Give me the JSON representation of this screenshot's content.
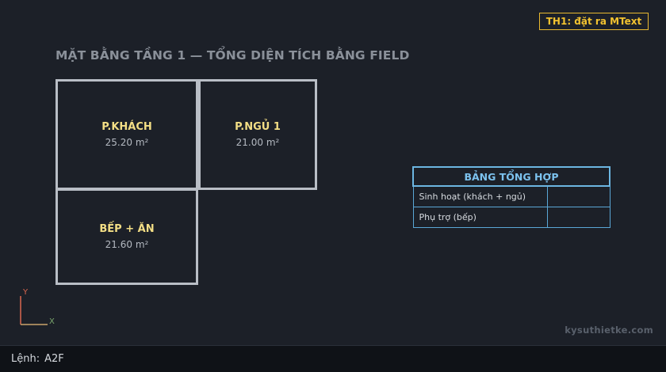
{
  "badge": "TH1: đặt ra MText",
  "title": "MẶT BẰNG TẦNG 1 — TỔNG DIỆN TÍCH BẰNG FIELD",
  "rooms": [
    {
      "name": "P.KHÁCH",
      "area": "25.20 m²"
    },
    {
      "name": "P.NGỦ 1",
      "area": "21.00 m²"
    },
    {
      "name": "BẾP + ĂN",
      "area": "21.60 m²"
    }
  ],
  "summary_table": {
    "header": "BẢNG TỔNG HỢP",
    "rows": [
      {
        "label": "Sinh hoạt (khách + ngủ)",
        "value": ""
      },
      {
        "label": "Phụ trợ (bếp)",
        "value": ""
      }
    ]
  },
  "axes": {
    "y": "Y",
    "x": "X"
  },
  "watermark": "kysuthietke.com",
  "command_line": {
    "label": "Lệnh:",
    "value": "A2F"
  },
  "colors": {
    "background": "#1c2028",
    "room_outline": "#b9bec6",
    "room_name": "#f3de85",
    "table_border": "#6cb6e2",
    "badge": "#f2c230",
    "axis_y": "#d9674f",
    "axis_x": "#7aa66d"
  }
}
